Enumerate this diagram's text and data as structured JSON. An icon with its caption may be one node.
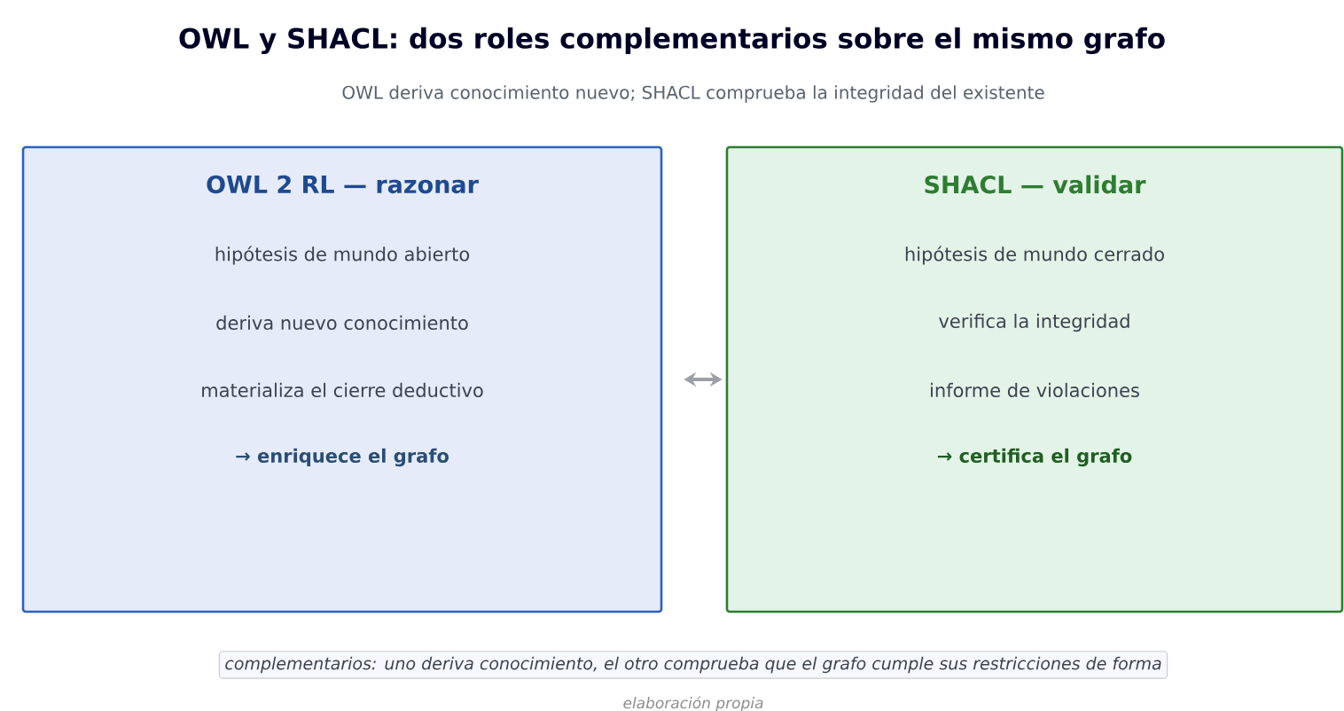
{
  "diagram": {
    "title": "OWL y SHACL: dos roles complementarios sobre el mismo grafo",
    "caption": "elaboración propia",
    "nodes": [
      {
        "text": [
          "OWL 2 RL — razonar",
          "hipótesis de mundo abierto",
          "deriva nuevo conocimiento",
          "materializa el cierre deductivo",
          "→ enriquece el grafo"
        ]
      },
      {
        "text": [
          "SHACL — validar",
          "hipótesis de mundo cerrado",
          "verifica la integridad",
          "informe de violaciones",
          "→ certifica el grafo"
        ]
      },
      {
        "text": [
          "complementarios: uno deriva conocimiento, el otro comprueba que el grafo cumple sus restricciones de forma"
        ]
      }
    ],
    "edges": [
      {
        "from": 0,
        "to": 1,
        "arrow": "both",
        "color": "#9aa0a6"
      }
    ],
    "labels": [
      "OWL deriva conocimiento nuevo; SHACL comprueba la integridad del existente"
    ]
  }
}
